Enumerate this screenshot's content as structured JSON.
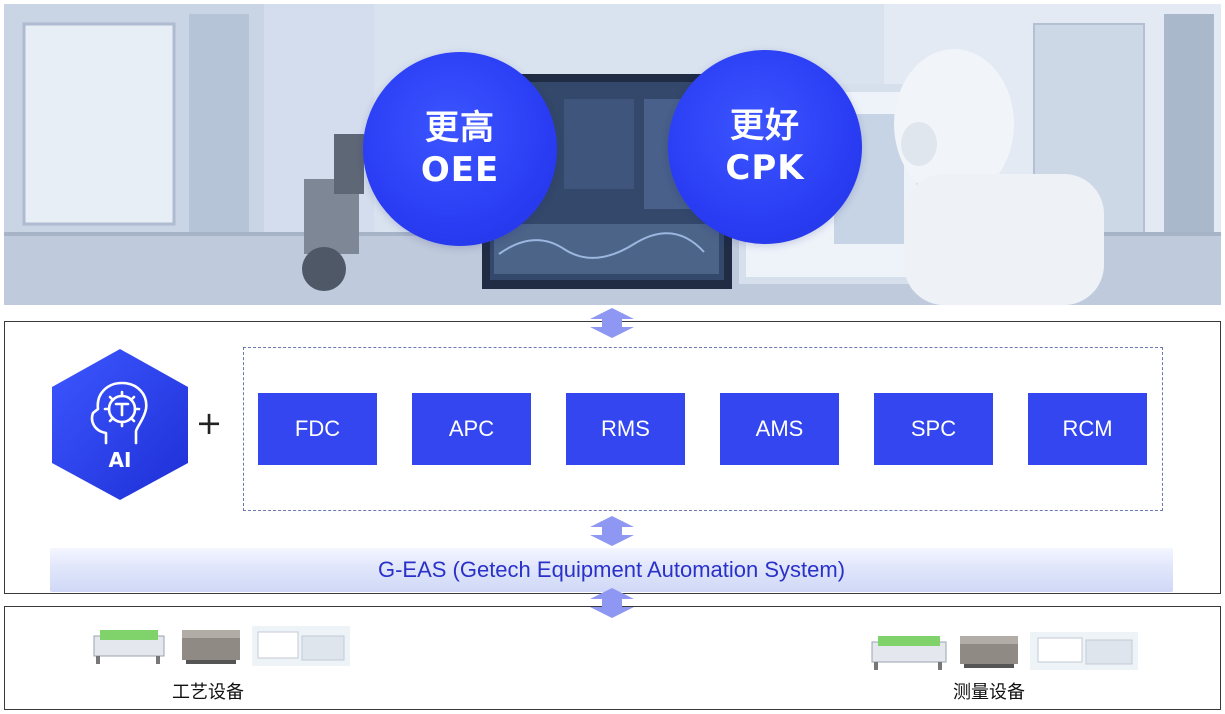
{
  "hero": {
    "bubbles": [
      {
        "line1": "更高",
        "line2": "OEE"
      },
      {
        "line1": "更好",
        "line2": "CPK"
      }
    ]
  },
  "ai": {
    "label": "AI",
    "icon": "ai-head-gear-icon"
  },
  "plus": "+",
  "modules": [
    "FDC",
    "APC",
    "RMS",
    "AMS",
    "SPC",
    "RCM"
  ],
  "platform": {
    "label": "G-EAS (Getech Equipment Automation System)"
  },
  "equipment": {
    "process": {
      "caption": "工艺设备"
    },
    "measurement": {
      "caption": "测量设备"
    }
  },
  "colors": {
    "accent": "#3346ef",
    "bubble": "#2a3df4",
    "arrow": "#8e98f2",
    "platform_text": "#2a31c8"
  }
}
